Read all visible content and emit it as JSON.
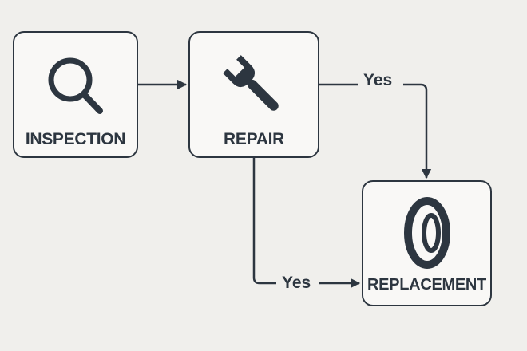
{
  "nodes": {
    "inspection": {
      "label": "INSPECTION",
      "icon": "magnifier-icon"
    },
    "repair": {
      "label": "REPAIR",
      "icon": "wrench-icon"
    },
    "replacement": {
      "label": "REPLACEMENT",
      "icon": "tire-icon"
    }
  },
  "edges": [
    {
      "from": "inspection",
      "to": "repair",
      "label": ""
    },
    {
      "from": "repair",
      "to": "replacement",
      "label": "Yes"
    },
    {
      "from": "repair",
      "to": "replacement",
      "label": "Yes"
    }
  ],
  "colors": {
    "background": "#f0efec",
    "box_fill": "#f9f8f6",
    "stroke": "#2d3640"
  }
}
